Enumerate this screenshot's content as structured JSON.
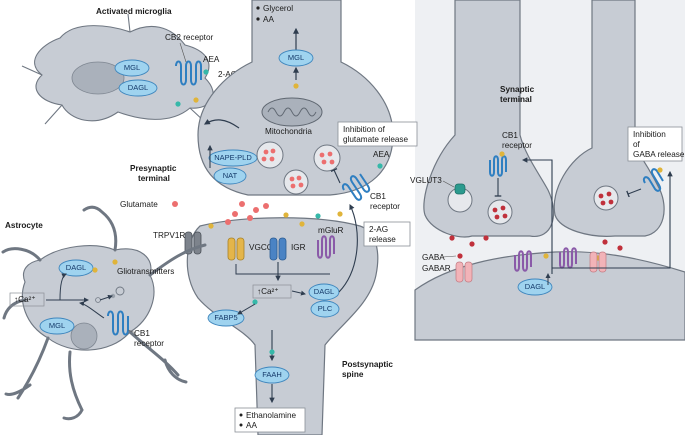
{
  "colors": {
    "cell_fill": "#c7ccd4",
    "cell_stroke": "#6f7782",
    "enzyme_fill": "#9fd3ef",
    "enzyme_stroke": "#3f86bd",
    "cb_receptor": "#2f7fc1",
    "aea_dot": "#36b8a9",
    "twoag_dot": "#e0b43a",
    "glutamate_dot": "#ec6f6f",
    "gaba_dot": "#c0303b",
    "mglur": "#8a5aa8",
    "vgcc": "#e4b54a",
    "gabar": "#f2b3b8",
    "vglut3": "#2b9a8e",
    "arrow": "#2f3d4f"
  },
  "labels": {
    "activated_microglia": "Activated microglia",
    "cb2_receptor": "CB2 receptor",
    "aea_top": "AEA",
    "twoag_top": "2-AG",
    "mgl_microglia": "MGL",
    "dagl_microglia": "DAGL",
    "glycerol": "Glycerol",
    "aa_top": "AA",
    "mgl_pre": "MGL",
    "mitochondria": "Mitochondria",
    "nape_pld": "NAPE-PLD",
    "nat": "NAT",
    "presynaptic_terminal": "Presynaptic terminal",
    "inhibition_glutamate": "Inhibition of glutamate release",
    "aea_right": "AEA",
    "cb1_receptor_pre": "CB1 receptor",
    "twoag_release": "2-AG release",
    "glutamate": "Glutamate",
    "trpv1r": "TRPV1R",
    "vgcc": "VGCC",
    "igr": "IGR",
    "mglur": "mGluR",
    "astrocyte": "Astrocyte",
    "dagl_astro": "DAGL",
    "gliotransmitters": "Gliotransmitters",
    "ca_astro": "↑Ca²⁺",
    "mgl_astro": "MGL",
    "cb1_receptor_astro": "CB1 receptor",
    "ca_post": "↑Ca²⁺",
    "dagl_post": "DAGL",
    "plc": "PLC",
    "fabp5": "FABP5",
    "faah": "FAAH",
    "postsynaptic_spine": "Postsynaptic spine",
    "ethanolamine": "Ethanolamine",
    "aa_bottom": "AA",
    "synaptic_terminal": "Synaptic terminal",
    "cb1_receptor_syn": "CB1 receptor",
    "vglut3": "VGLUT3",
    "gaba": "GABA",
    "gabar": "GABAR",
    "dagl_right": "DAGL",
    "inhibition_gaba": "Inhibition of GABA release"
  }
}
